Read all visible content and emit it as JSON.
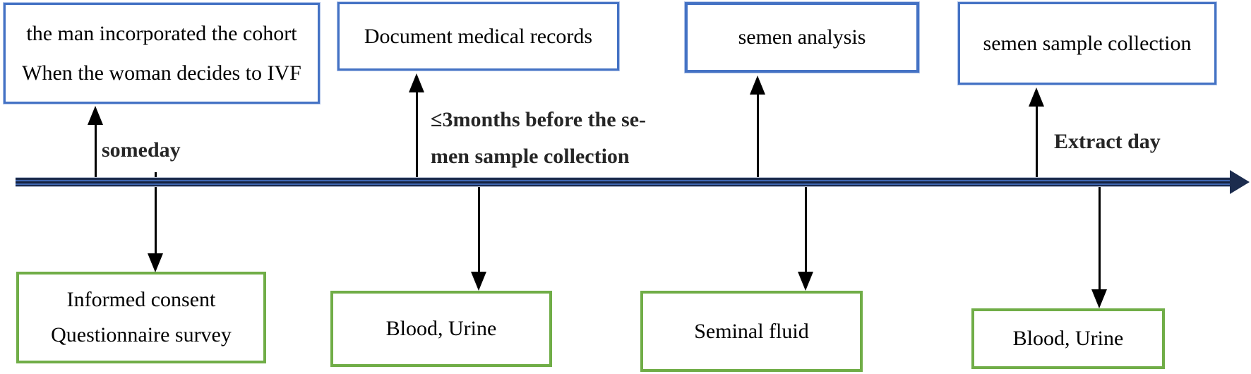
{
  "diagram": {
    "title": "IVF cohort study sampling timeline",
    "colors": {
      "timeline_navy": "#1c2c4e",
      "timeline_stripe_blue": "#3f67b1",
      "stage_box_blue": "#4472c4",
      "sample_box_green": "#70ad47",
      "arrow_black": "#000000"
    },
    "top_boxes": [
      {
        "lines": [
          "the man incorporated the cohort",
          "When the woman decides to IVF"
        ]
      },
      {
        "lines": [
          "Document medical records"
        ]
      },
      {
        "lines": [
          "semen analysis"
        ]
      },
      {
        "lines": [
          "semen sample collection"
        ]
      }
    ],
    "bottom_boxes": [
      {
        "lines": [
          "Informed consent",
          "Questionnaire survey"
        ]
      },
      {
        "lines": [
          "Blood, Urine"
        ]
      },
      {
        "lines": [
          "Seminal fluid"
        ]
      },
      {
        "lines": [
          "Blood, Urine"
        ]
      }
    ],
    "labels": {
      "someday": "someday",
      "months_line1": "≤3months before the se-",
      "months_line2": "men sample collection",
      "extract_day": "Extract day"
    }
  }
}
